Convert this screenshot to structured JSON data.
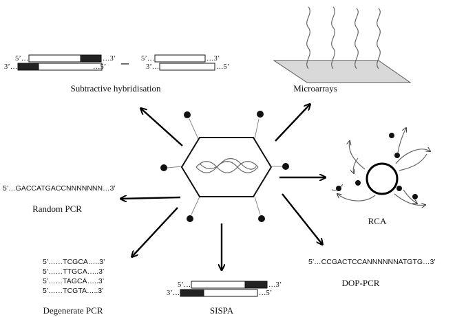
{
  "labels": {
    "subtractive": "Subtractive hybridisation",
    "microarrays": "Microarrays",
    "rca": "RCA",
    "dop_pcr": "DOP-PCR",
    "sispa": "SISPA",
    "degenerate_pcr": "Degenerate PCR",
    "random_pcr": "Random PCR"
  },
  "strand_ends": {
    "five_prime_left": "5’…",
    "three_prime_right": "…3’",
    "three_prime_left": "3’…",
    "five_prime_right": "…5’"
  },
  "random_pcr_seq": "5’…GACCATGACCNNNNNNN…3’",
  "dop_pcr_seq": "5’…CCGACTCCANNNNNNATGTG…3’",
  "degenerate_seqs": [
    "5’……TCGCA…..3’",
    "5’……TTGCA…..3’",
    "5’……TAGCA…..3’",
    "5’……TCGTA…..3’"
  ],
  "subtractive_separator": "–"
}
